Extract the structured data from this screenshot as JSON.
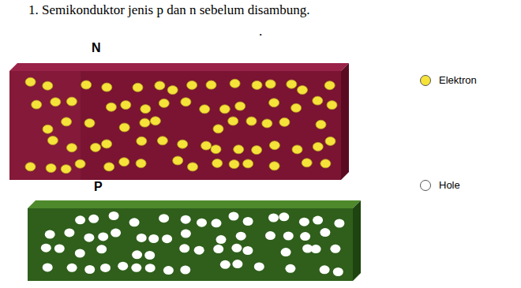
{
  "diagram": {
    "title": "1. Semikonduktor jenis p dan n sebelum disambung.",
    "nodes": [
      {
        "text": [
          "N"
        ]
      },
      {
        "text": [
          "P"
        ]
      }
    ],
    "labels": [
      "."
    ],
    "legend": [
      {
        "text": "Elektron",
        "color": "#f5e33a"
      },
      {
        "text": "Hole",
        "color": "#ffffff"
      }
    ]
  }
}
